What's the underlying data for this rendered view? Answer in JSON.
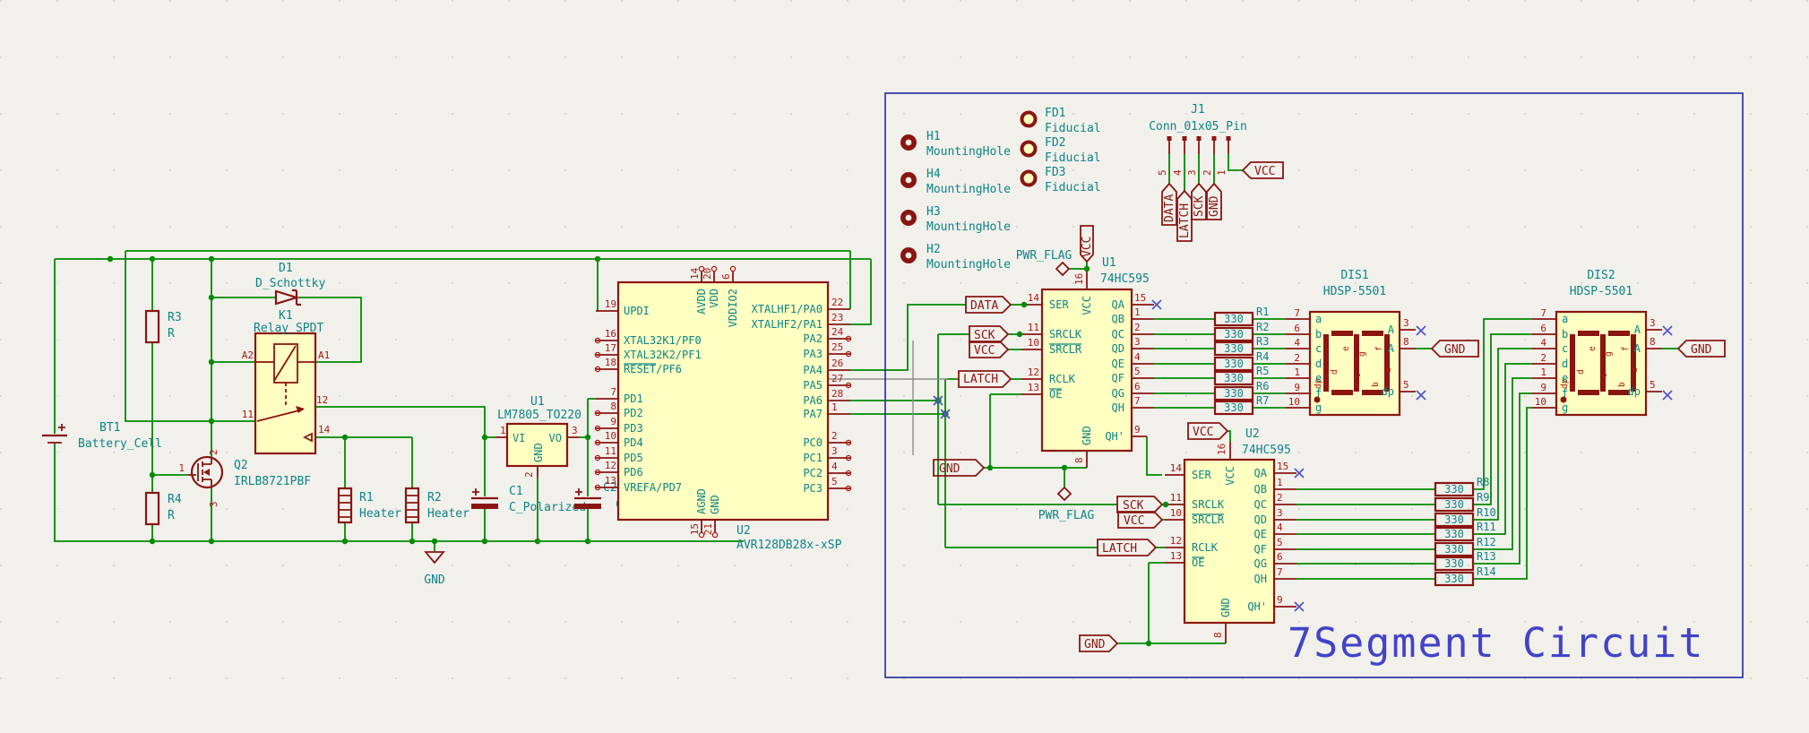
{
  "title": "7Segment Circuit",
  "colors": {
    "wire": "#008A00",
    "component": "#8A1511",
    "fill": "#FFFFC2",
    "text": "#0C8484",
    "pin_number": "#B01810",
    "title_blue": "#4343C8",
    "border_blue": "#26269C"
  },
  "left": {
    "bt1": {
      "ref": "BT1",
      "val": "Battery_Cell"
    },
    "r3": {
      "ref": "R3",
      "val": "R"
    },
    "r4": {
      "ref": "R4",
      "val": "R"
    },
    "q2": {
      "ref": "Q2",
      "val": "IRLB8721PBF",
      "p1": "1",
      "p2": "2",
      "p3": "3"
    },
    "d1": {
      "ref": "D1",
      "val": "D_Schottky"
    },
    "k1": {
      "ref": "K1",
      "val": "Relay_SPDT",
      "a2": "A2",
      "a1": "A1",
      "p11": "11",
      "p12": "12",
      "p14": "14"
    },
    "r1": {
      "ref": "R1",
      "val": "Heater"
    },
    "r2": {
      "ref": "R2",
      "val": "Heater"
    },
    "c1": {
      "ref": "C1",
      "val": "C_Polarized"
    },
    "c2": {
      "ref": "C2",
      "val": "C_Polarized"
    },
    "u1": {
      "ref": "U1",
      "val": "LM7805_TO220",
      "vi": "VI",
      "vo": "VO",
      "gnd": "GND",
      "p1": "1",
      "p2": "2",
      "p3": "3"
    },
    "gnd": "GND"
  },
  "mcu": {
    "ref": "U2",
    "val": "AVR128DB28x-xSP",
    "left": [
      {
        "n": "19",
        "t": "UPDI"
      },
      {
        "n": "16",
        "t": "XTAL32K1/PF0"
      },
      {
        "n": "17",
        "t": "XTAL32K2/PF1"
      },
      {
        "n": "18",
        "t": "RESET/PF6"
      },
      {
        "n": "7",
        "t": "PD1"
      },
      {
        "n": "8",
        "t": "PD2"
      },
      {
        "n": "9",
        "t": "PD3"
      },
      {
        "n": "10",
        "t": "PD4"
      },
      {
        "n": "11",
        "t": "PD5"
      },
      {
        "n": "12",
        "t": "PD6"
      },
      {
        "n": "13",
        "t": "VREFA/PD7"
      }
    ],
    "right": [
      {
        "n": "22",
        "t": "XTALHF1/PA0"
      },
      {
        "n": "23",
        "t": "XTALHF2/PA1"
      },
      {
        "n": "24",
        "t": "PA2"
      },
      {
        "n": "25",
        "t": "PA3"
      },
      {
        "n": "26",
        "t": "PA4"
      },
      {
        "n": "27",
        "t": "PA5"
      },
      {
        "n": "28",
        "t": "PA6"
      },
      {
        "n": "1",
        "t": "PA7"
      },
      {
        "n": "2",
        "t": "PC0"
      },
      {
        "n": "3",
        "t": "PC1"
      },
      {
        "n": "4",
        "t": "PC2"
      },
      {
        "n": "5",
        "t": "PC3"
      }
    ],
    "top": [
      {
        "n": "14",
        "t": "AVDD"
      },
      {
        "n": "20",
        "t": "VDD"
      },
      {
        "n": "6",
        "t": "VDDIO2"
      }
    ],
    "bot": [
      {
        "n": "15",
        "t": "AGND"
      },
      {
        "n": "21",
        "t": "GND"
      }
    ]
  },
  "holes": [
    {
      "ref": "H1",
      "val": "MountingHole"
    },
    {
      "ref": "H4",
      "val": "MountingHole"
    },
    {
      "ref": "H3",
      "val": "MountingHole"
    },
    {
      "ref": "H2",
      "val": "MountingHole"
    }
  ],
  "fid": [
    {
      "ref": "FD1",
      "val": "Fiducial"
    },
    {
      "ref": "FD2",
      "val": "Fiducial"
    },
    {
      "ref": "FD3",
      "val": "Fiducial"
    }
  ],
  "j1": {
    "ref": "J1",
    "val": "Conn_01x05_Pin",
    "pins": [
      "5",
      "4",
      "3",
      "2",
      "1"
    ],
    "f_data": "DATA",
    "f_latch": "LATCH",
    "f_sck": "SCK",
    "f_gnd": "GND",
    "f_vcc": "VCC"
  },
  "sr": {
    "left": [
      {
        "n": "14",
        "t": "SER"
      },
      {
        "n": "11",
        "t": "SRCLK"
      },
      {
        "n": "10",
        "t": "SRCLR"
      },
      {
        "n": "12",
        "t": "RCLK"
      },
      {
        "n": "13",
        "t": "OE"
      }
    ],
    "right": [
      {
        "n": "15",
        "t": "QA"
      },
      {
        "n": "1",
        "t": "QB"
      },
      {
        "n": "2",
        "t": "QC"
      },
      {
        "n": "3",
        "t": "QD"
      },
      {
        "n": "4",
        "t": "QE"
      },
      {
        "n": "5",
        "t": "QF"
      },
      {
        "n": "6",
        "t": "QG"
      },
      {
        "n": "7",
        "t": "QH"
      },
      {
        "n": "9",
        "t": "QH'"
      }
    ],
    "vcc_n": "16",
    "vcc": "VCC",
    "gnd_n": "8",
    "gnd": "GND"
  },
  "sr1": {
    "ref": "U1",
    "val": "74HC595"
  },
  "sr2": {
    "ref": "U2",
    "val": "74HC595"
  },
  "flags": {
    "data": "DATA",
    "sck": "SCK",
    "latch": "LATCH",
    "vcc": "VCC",
    "gnd": "GND",
    "pwr": "PWR_FLAG"
  },
  "rb1": [
    {
      "ref": "R1",
      "val": "330"
    },
    {
      "ref": "R2",
      "val": "330"
    },
    {
      "ref": "R3",
      "val": "330"
    },
    {
      "ref": "R4",
      "val": "330"
    },
    {
      "ref": "R5",
      "val": "330"
    },
    {
      "ref": "R6",
      "val": "330"
    },
    {
      "ref": "R7",
      "val": "330"
    }
  ],
  "rb2": [
    {
      "ref": "R8",
      "val": "330"
    },
    {
      "ref": "R9",
      "val": "330"
    },
    {
      "ref": "R10",
      "val": "330"
    },
    {
      "ref": "R11",
      "val": "330"
    },
    {
      "ref": "R12",
      "val": "330"
    },
    {
      "ref": "R13",
      "val": "330"
    },
    {
      "ref": "R14",
      "val": "330"
    }
  ],
  "dis": {
    "left": [
      {
        "n": "7",
        "t": "a"
      },
      {
        "n": "6",
        "t": "b"
      },
      {
        "n": "4",
        "t": "c"
      },
      {
        "n": "2",
        "t": "d"
      },
      {
        "n": "1",
        "t": "e"
      },
      {
        "n": "9",
        "t": "f"
      },
      {
        "n": "10",
        "t": "g"
      }
    ],
    "right": [
      {
        "n": "3",
        "t": "A"
      },
      {
        "n": "8",
        "t": "A"
      },
      {
        "n": "5",
        "t": "dp"
      }
    ],
    "segs": [
      "a",
      "b",
      "c",
      "d",
      "e",
      "f",
      "g",
      "dp"
    ]
  },
  "dis1": {
    "ref": "DIS1",
    "val": "HDSP-5501"
  },
  "dis2": {
    "ref": "DIS2",
    "val": "HDSP-5501"
  }
}
